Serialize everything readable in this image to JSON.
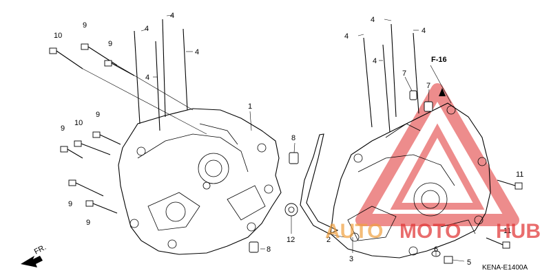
{
  "callouts": {
    "c1": "1",
    "c2": "2",
    "c3": "3",
    "c4": "4",
    "c5": "5",
    "c6": "6",
    "c7": "7",
    "c8": "8",
    "c9": "9",
    "c10": "10",
    "c11": "11",
    "c12": "12"
  },
  "frame_ref": "F-16",
  "front_marker": "FR.",
  "diagram_code": "KENA-E1400A",
  "watermark": {
    "text_left": "AUTO",
    "text_mid": "MOTO",
    "text_right": "HUB",
    "color_red": "#e03030",
    "color_orange": "#f0a040"
  }
}
